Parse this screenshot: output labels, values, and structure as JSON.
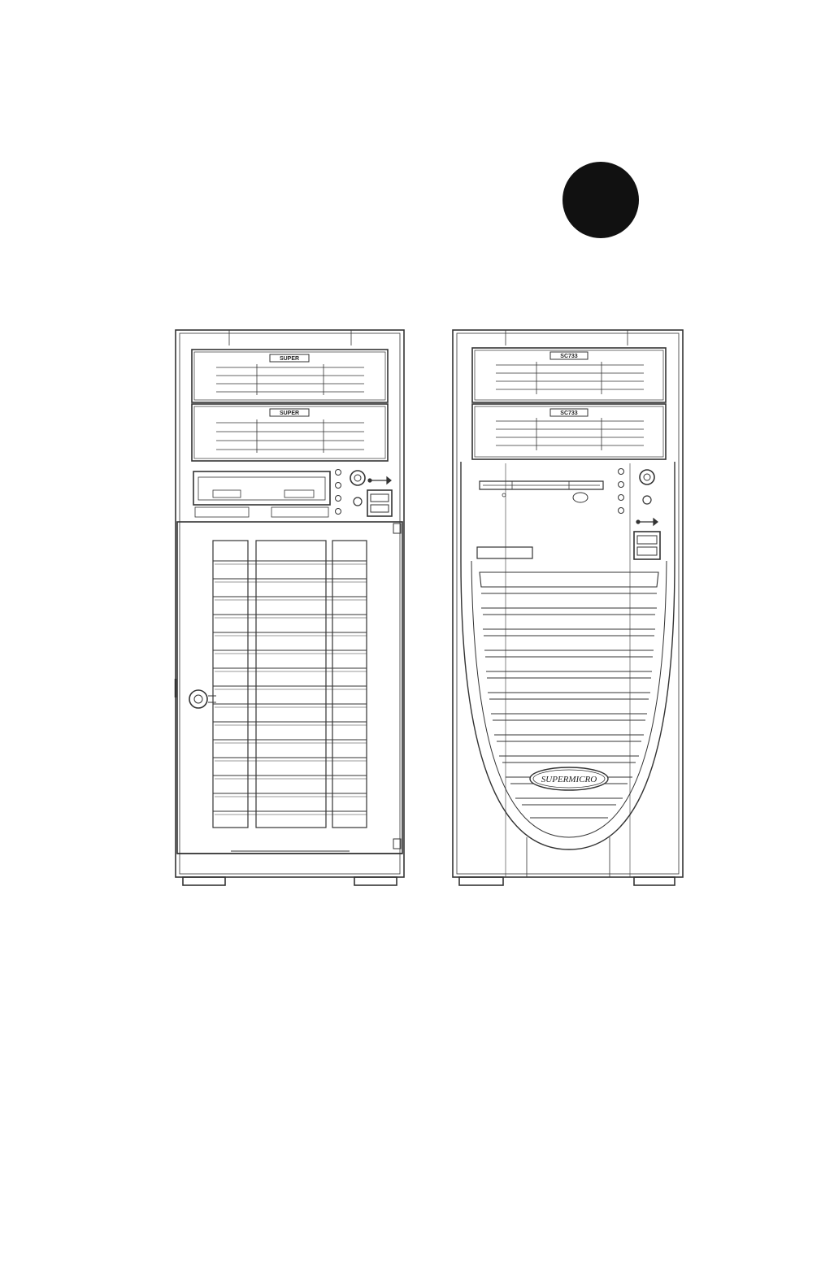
{
  "figure": {
    "marker": {
      "color": "#111111"
    },
    "line_color": "#333333",
    "left_tower": {
      "bay_badge_top": "SUPER",
      "bay_badge_bottom": "SUPER",
      "usb_icon": "usb-icon"
    },
    "right_tower": {
      "bay_badge_top": "SC733",
      "bay_badge_bottom": "SC733",
      "logo_text": "SUPERMICRO",
      "usb_icon": "usb-icon"
    }
  }
}
